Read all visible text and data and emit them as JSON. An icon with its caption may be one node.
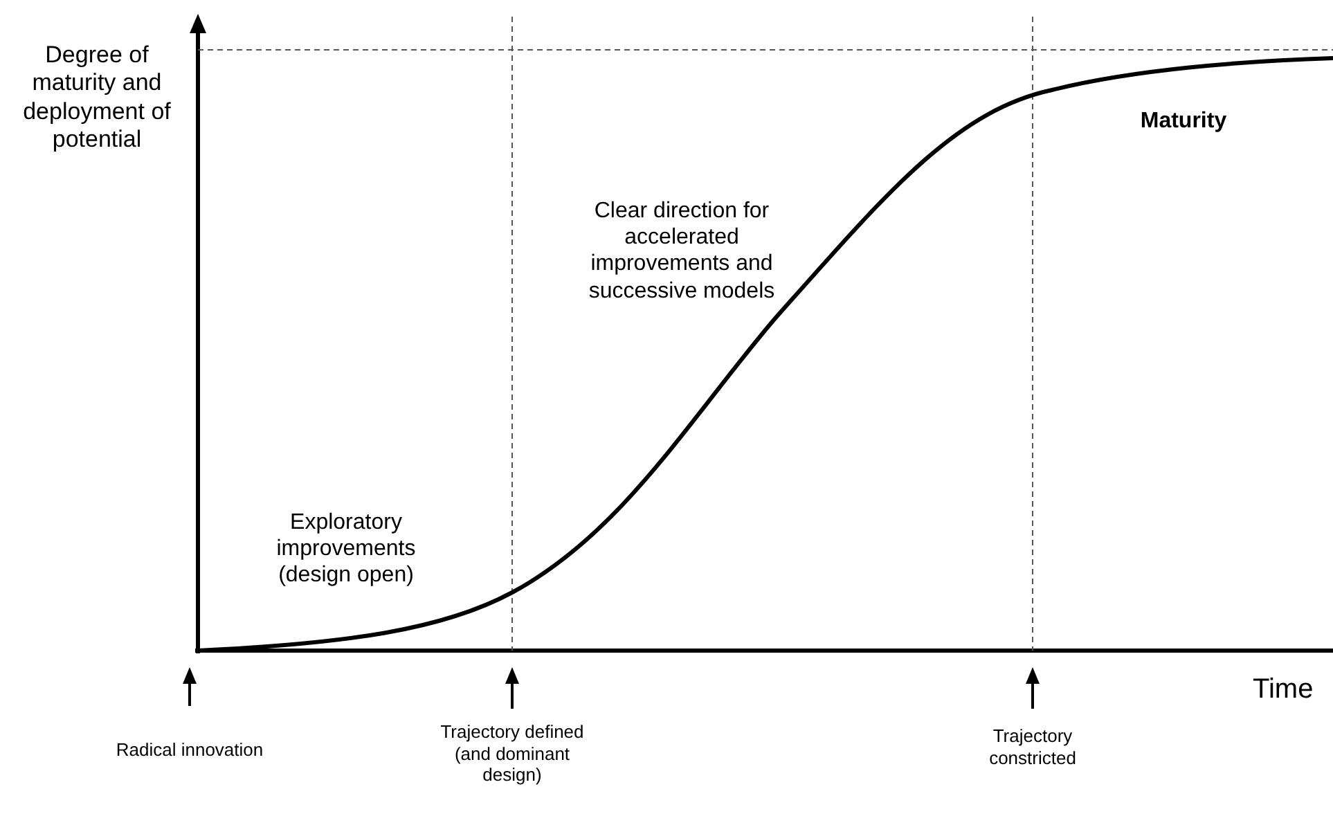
{
  "diagram": {
    "labels": [
      "Degree of maturity and deployment of potential",
      "Maturity",
      "Clear direction for accelerated improvements and successive models",
      "Exploratory improvements (design open)",
      "Time",
      "Radical innovation",
      "Trajectory defined (and dominant design)",
      "Trajectory constricted"
    ]
  }
}
